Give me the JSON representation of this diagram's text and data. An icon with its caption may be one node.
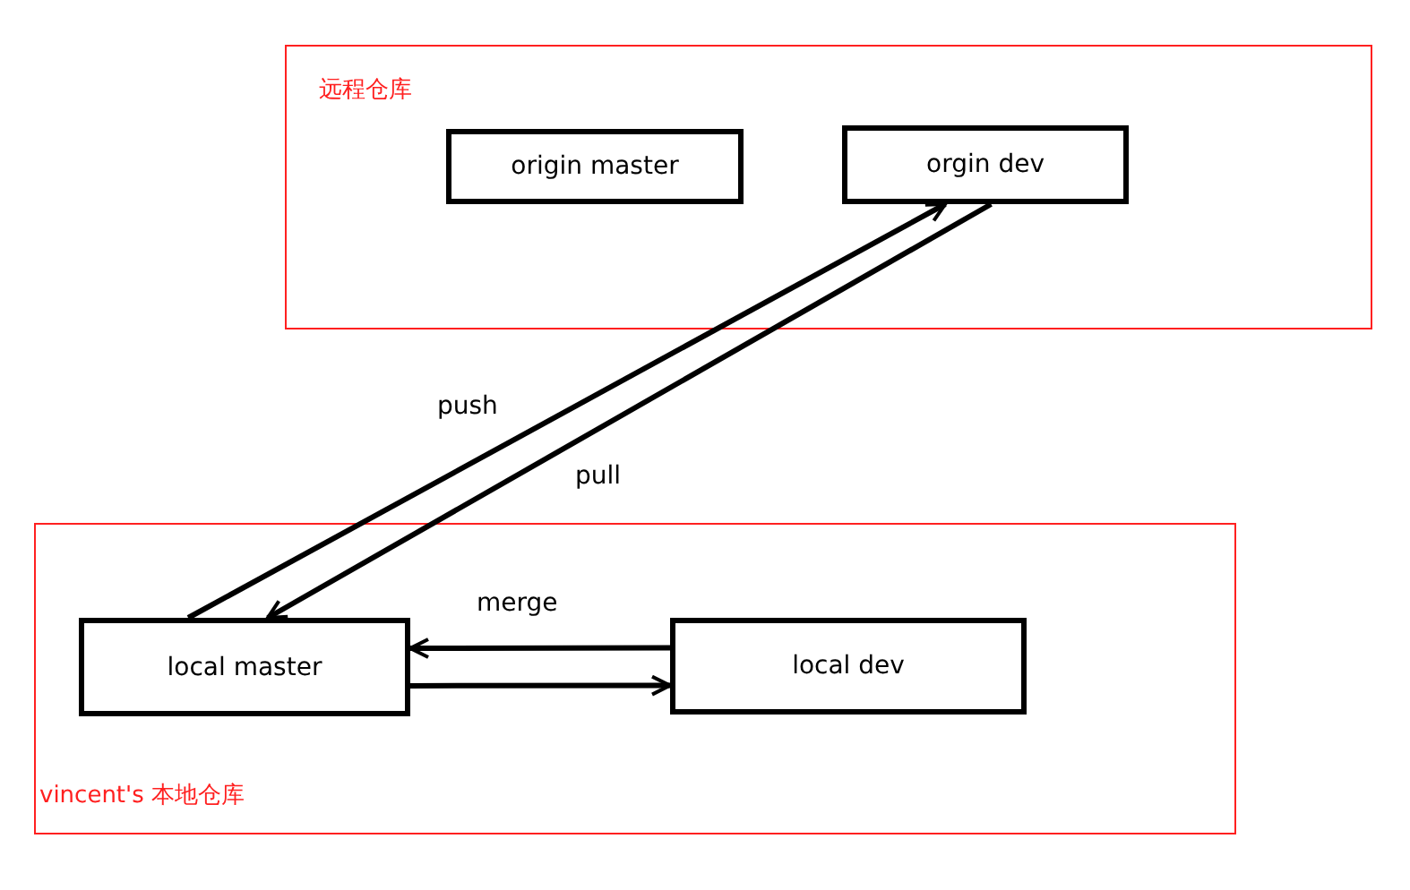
{
  "diagram": {
    "nodes": [
      {
        "text": [
          "远程仓库"
        ]
      },
      {
        "text": [
          "origin master"
        ],
        "in": 0
      },
      {
        "text": [
          "orgin dev"
        ],
        "in": 0
      },
      {
        "text": [
          "vincent's 本地仓库"
        ]
      },
      {
        "text": [
          "local master"
        ],
        "in": 3
      },
      {
        "text": [
          "local dev"
        ],
        "in": 3
      }
    ],
    "edges": [
      {
        "from": 4,
        "to": 2,
        "arrow": "to",
        "label": "push"
      },
      {
        "from": 2,
        "to": 4,
        "arrow": "to",
        "label": "pull"
      },
      {
        "from": 5,
        "to": 4,
        "arrow": "to",
        "label": "merge"
      },
      {
        "from": 4,
        "to": 5,
        "arrow": "to"
      }
    ]
  }
}
